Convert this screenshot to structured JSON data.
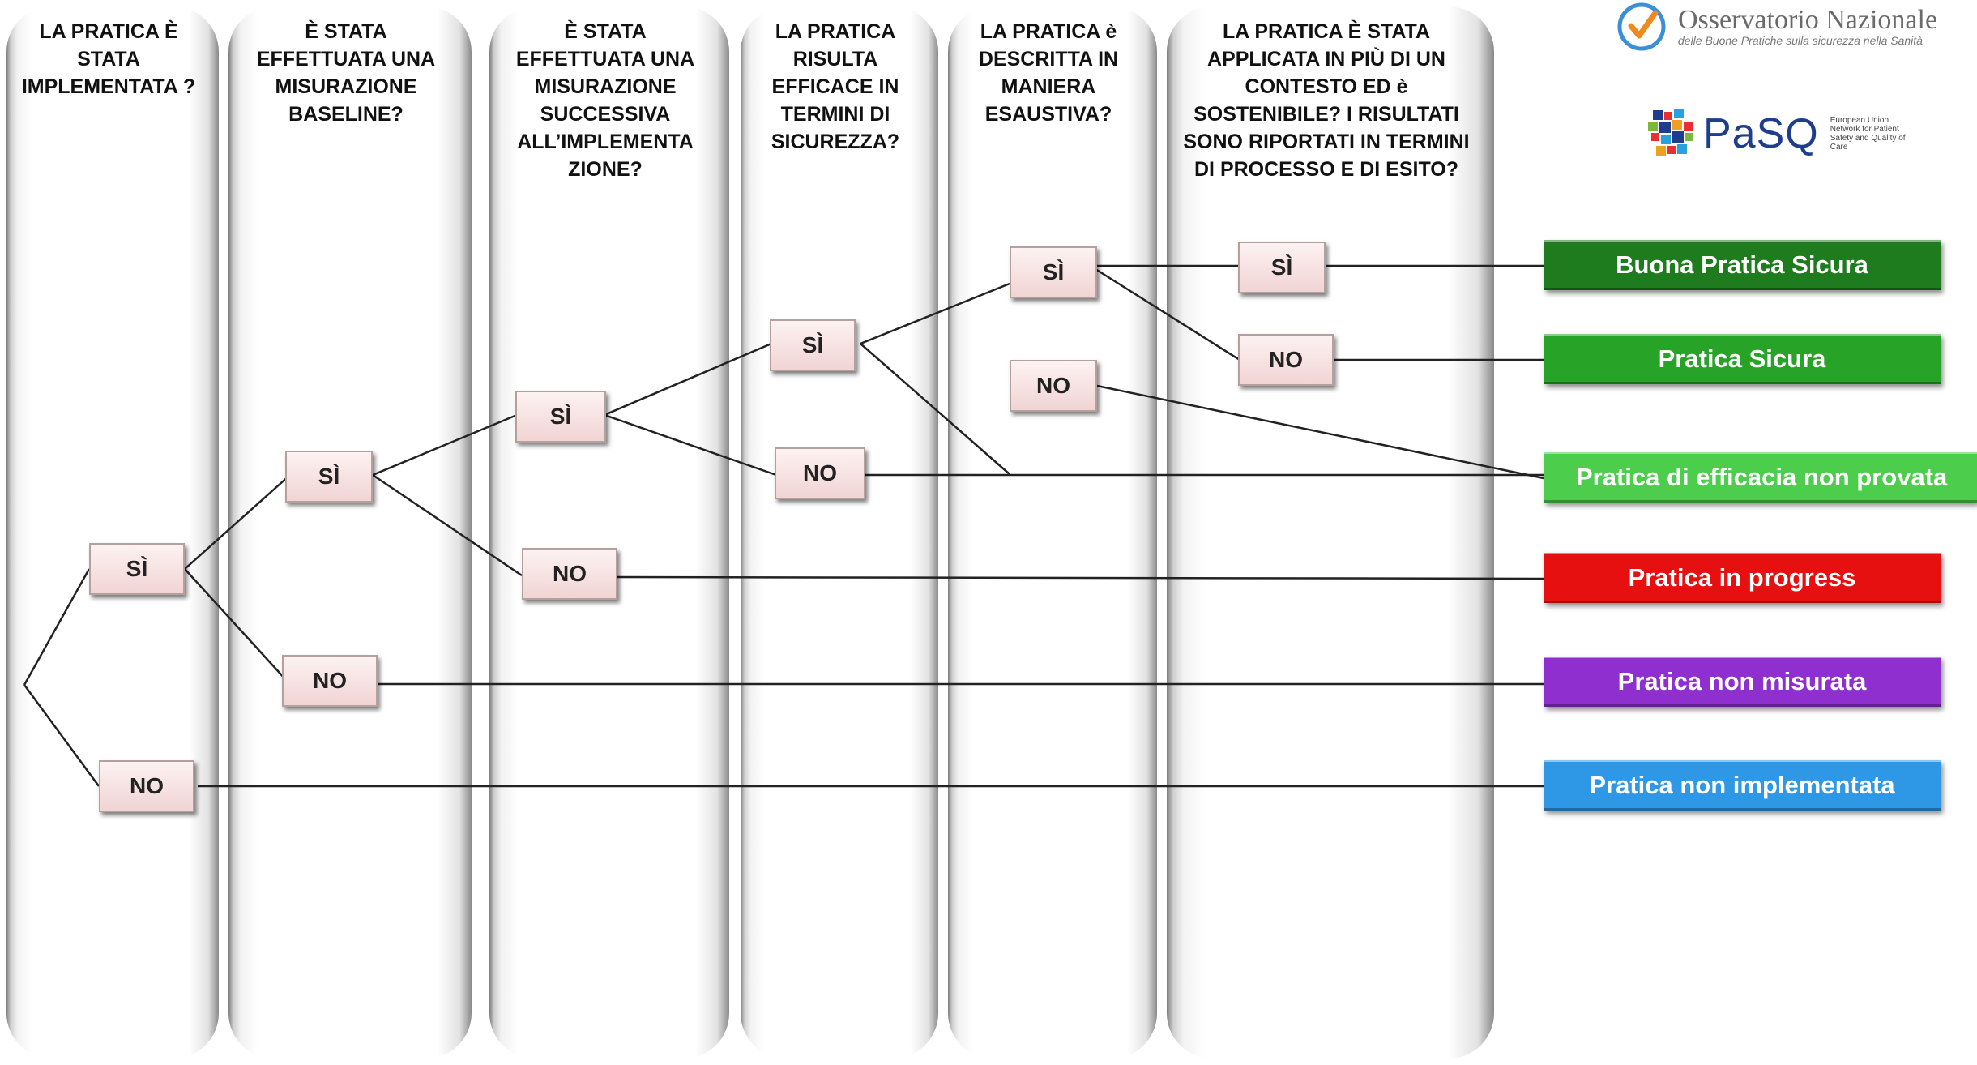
{
  "columns": [
    {
      "title": "LA PRATICA È STATA IMPLEMENTATA ?"
    },
    {
      "title": "È STATA EFFETTUATA UNA MISURAZIONE BASELINE?"
    },
    {
      "title": "È STATA EFFETTUATA UNA MISURAZIONE SUCCESSIVA ALL’IMPLEMENTA ZIONE?"
    },
    {
      "title": "LA PRATICA RISULTA EFFICACE IN TERMINI DI SICUREZZA?"
    },
    {
      "title": "LA PRATICA è DESCRITTA IN MANIERA ESAUSTIVA?"
    },
    {
      "title": "LA PRATICA È STATA APPLICATA IN PIÙ DI UN CONTESTO ED è SOSTENIBILE? I RISULTATI SONO RIPORTATI IN TERMINI DI PROCESSO E DI ESITO?"
    }
  ],
  "nodes": {
    "c1_si": "SÌ",
    "c1_no": "NO",
    "c2_si": "SÌ",
    "c2_no": "NO",
    "c3_si": "SÌ",
    "c3_no": "NO",
    "c4_si": "SÌ",
    "c4_no": "NO",
    "c5_si": "SÌ",
    "c5_no": "NO",
    "c6_si": "SÌ",
    "c6_no": "NO"
  },
  "outcomes": [
    {
      "label": "Buona Pratica Sicura",
      "color": "#1e7b1e"
    },
    {
      "label": "Pratica Sicura",
      "color": "#27a327"
    },
    {
      "label": "Pratica di efficacia non provata",
      "color": "#4ccd4c"
    },
    {
      "label": "Pratica in progress",
      "color": "#e61010"
    },
    {
      "label": "Pratica non misurata",
      "color": "#8f2fd0"
    },
    {
      "label": "Pratica non implementata",
      "color": "#2f98e6"
    }
  ],
  "logos": {
    "osservatorio": {
      "title": "Osservatorio Nazionale",
      "subtitle": "delle Buone Pratiche sulla sicurezza nella Sanità",
      "icon": "check-shield-icon"
    },
    "pasq": {
      "name": "PaSQ",
      "tagline": "European Union Network for Patient Safety and Quality of Care",
      "icon": "mosaic-logo-icon"
    }
  }
}
